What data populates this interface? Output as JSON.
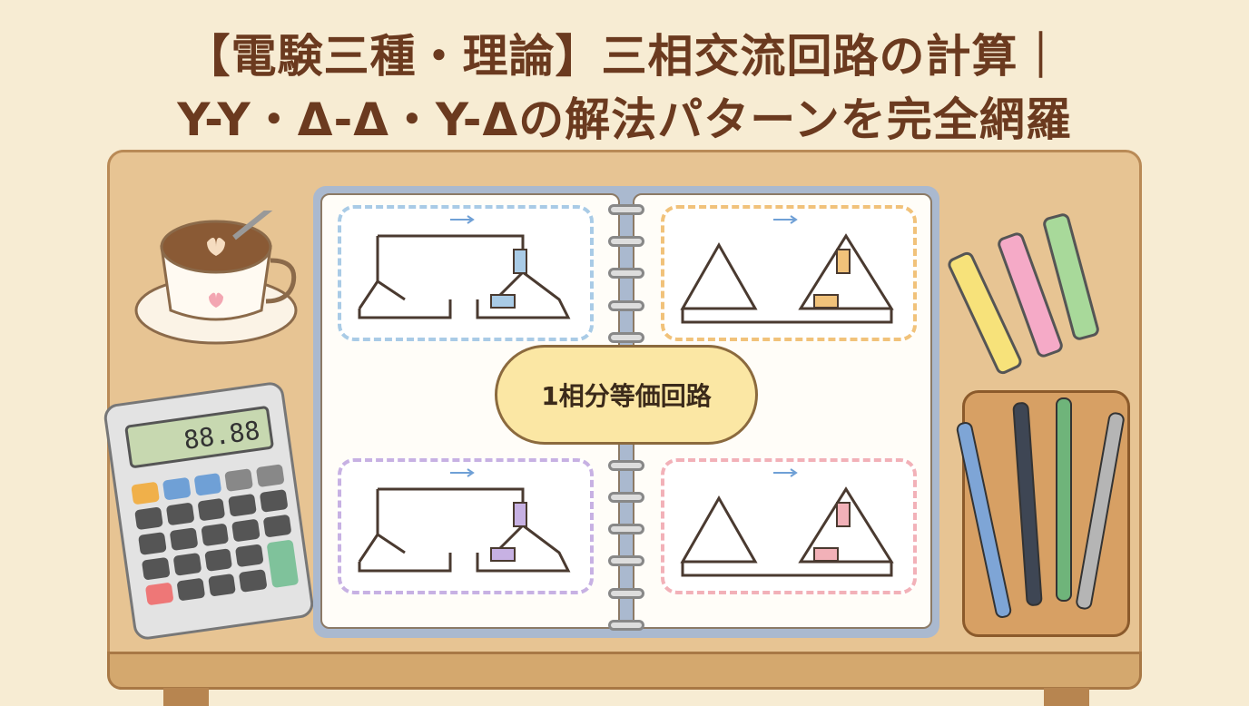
{
  "title": {
    "line1": "【電験三種・理論】三相交流回路の計算｜",
    "line2": "Y-Y・Δ-Δ・Y-Δの解法パターンを完全網羅"
  },
  "center_label": "1相分等価回路",
  "calculator": {
    "display": "88.88"
  },
  "panels": [
    {
      "type": "Y-Y",
      "color": "#a9cbe6"
    },
    {
      "type": "Δ-Δ",
      "color": "#f1c27a"
    },
    {
      "type": "Y-Δ",
      "color": "#c7b1e3"
    },
    {
      "type": "Δ-Y",
      "color": "#f2b1b8"
    }
  ],
  "colors": {
    "title": "#6b3a1f",
    "background": "#f7ecd3",
    "desk": "#e7c493"
  }
}
